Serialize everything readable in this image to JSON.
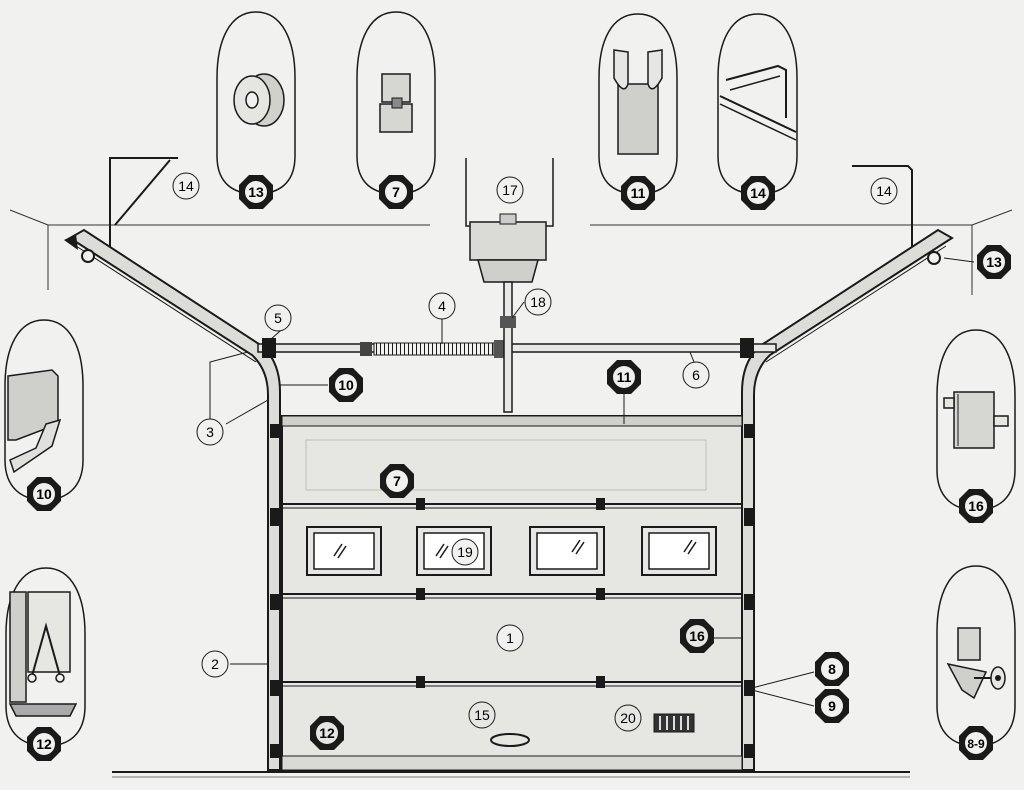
{
  "diagram": {
    "callouts": {
      "c1": "1",
      "c2": "2",
      "c3": "3",
      "c4": "4",
      "c5": "5",
      "c6": "6",
      "c14a": "14",
      "c14b": "14",
      "c17": "17",
      "c18": "18",
      "c15": "15",
      "c19": "19",
      "c20": "20"
    },
    "markers": {
      "m7_door": "7",
      "m8": "8",
      "m9": "9",
      "m10": "10",
      "m11": "11",
      "m12_door": "12",
      "m13_right": "13",
      "m16_door": "16"
    },
    "detail_insets": {
      "top_13": "13",
      "top_7": "7",
      "top_11": "11",
      "top_14": "14",
      "left_10": "10",
      "left_12": "12",
      "right_16": "16",
      "right_89": "8-9"
    },
    "colors": {
      "ink": "#1a1a1a",
      "paper": "#f1f1ef",
      "shade": "#d9d9d6",
      "panel": "#e6e6e3"
    }
  }
}
